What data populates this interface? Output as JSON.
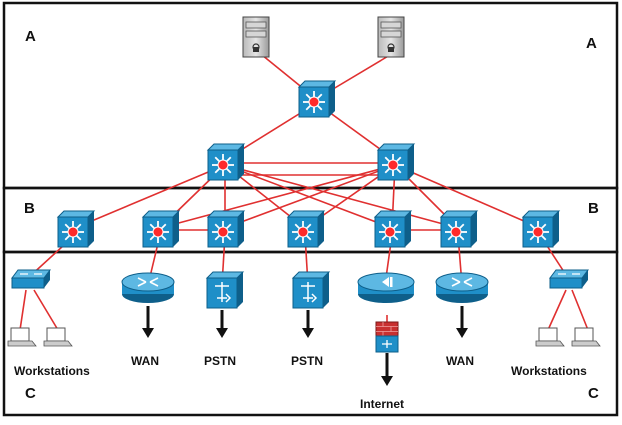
{
  "zones": {
    "top": {
      "left_label": "A",
      "right_label": "A"
    },
    "middle": {
      "left_label": "B",
      "right_label": "B"
    },
    "bottom": {
      "left_label": "C",
      "right_label": "C"
    }
  },
  "labels": {
    "workstations_left": "Workstations",
    "wan_left": "WAN",
    "pstn_left": "PSTN",
    "pstn_right": "PSTN",
    "internet": "Internet",
    "wan_right": "WAN",
    "workstations_right": "Workstations"
  },
  "colors": {
    "link": "#e03030",
    "device_blue": "#1f8fc8",
    "device_dark": "#0e5f8a",
    "star": "#ff2a2a",
    "zone_border": "#111111"
  }
}
